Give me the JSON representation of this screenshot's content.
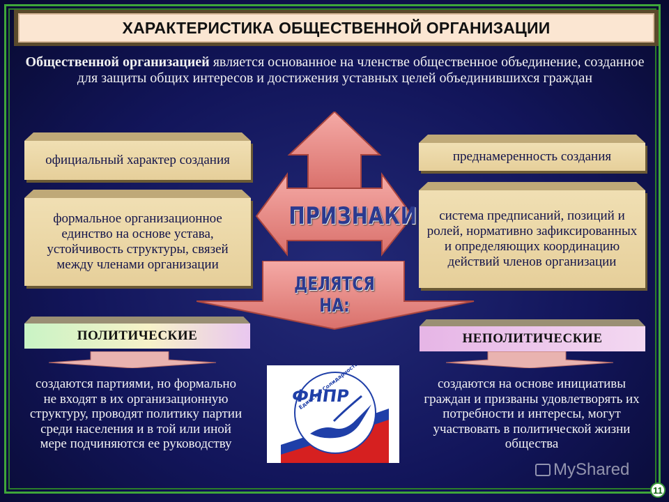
{
  "title": "ХАРАКТЕРИСТИКА ОБЩЕСТВЕННОЙ ОРГАНИЗАЦИИ",
  "definition": {
    "term": "Общественной организацией",
    "rest": " является основанное на членстве общественное объединение, созданное для защиты общих интересов и достижения уставных целей объединившихся граждан"
  },
  "center": {
    "signs_label": "ПРИЗНАКИ",
    "divided_label": "ДЕЛЯТСЯ НА:"
  },
  "signs_left": [
    "официальный характер создания",
    "формальное организационное единство на основе устава, устойчивость структуры, связей между членами организации"
  ],
  "signs_right": [
    "преднамеренность создания",
    "система предписаний, позиций и ролей, нормативно зафиксированных и определяющих координацию действий членов организации"
  ],
  "categories": {
    "political": {
      "label": "ПОЛИТИЧЕСКИЕ",
      "description": "создаются партиями, но формально не входят в их организационную структуру, проводят политику партии среди населения и в той или иной мере подчиняются ее руководству"
    },
    "nonpolitical": {
      "label": "НЕПОЛИТИЧЕСКИЕ",
      "description": "создаются на основе инициативы граждан и призваны удовлетворять их потребности и интересы, могут участвовать в политической жизни общества"
    }
  },
  "logo": {
    "abbr": "ФНПР",
    "motto": "Единство Солидарность Справедливость",
    "colors": {
      "blue": "#1f3fa8",
      "red": "#d62020"
    }
  },
  "watermark": "MyShared",
  "page_number": "11",
  "colors": {
    "background": "#12155a",
    "frame": "#3fa63a",
    "card": "#ecd6a6",
    "arrow": "#e98a86"
  }
}
